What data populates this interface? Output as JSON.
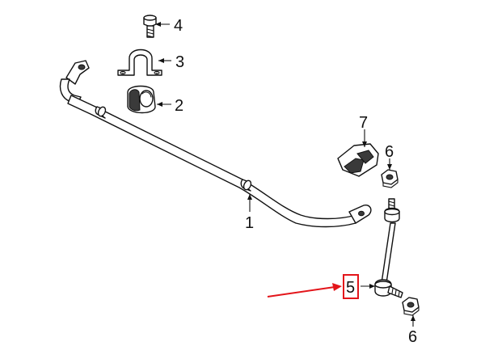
{
  "callouts": {
    "c1": "1",
    "c2": "2",
    "c3": "3",
    "c4": "4",
    "c5": "5",
    "c6_upper": "6",
    "c6_lower": "6",
    "c7": "7"
  },
  "highlight": {
    "target": "5",
    "color": "#e3151a"
  },
  "colors": {
    "line": "#111111",
    "background": "#ffffff"
  }
}
